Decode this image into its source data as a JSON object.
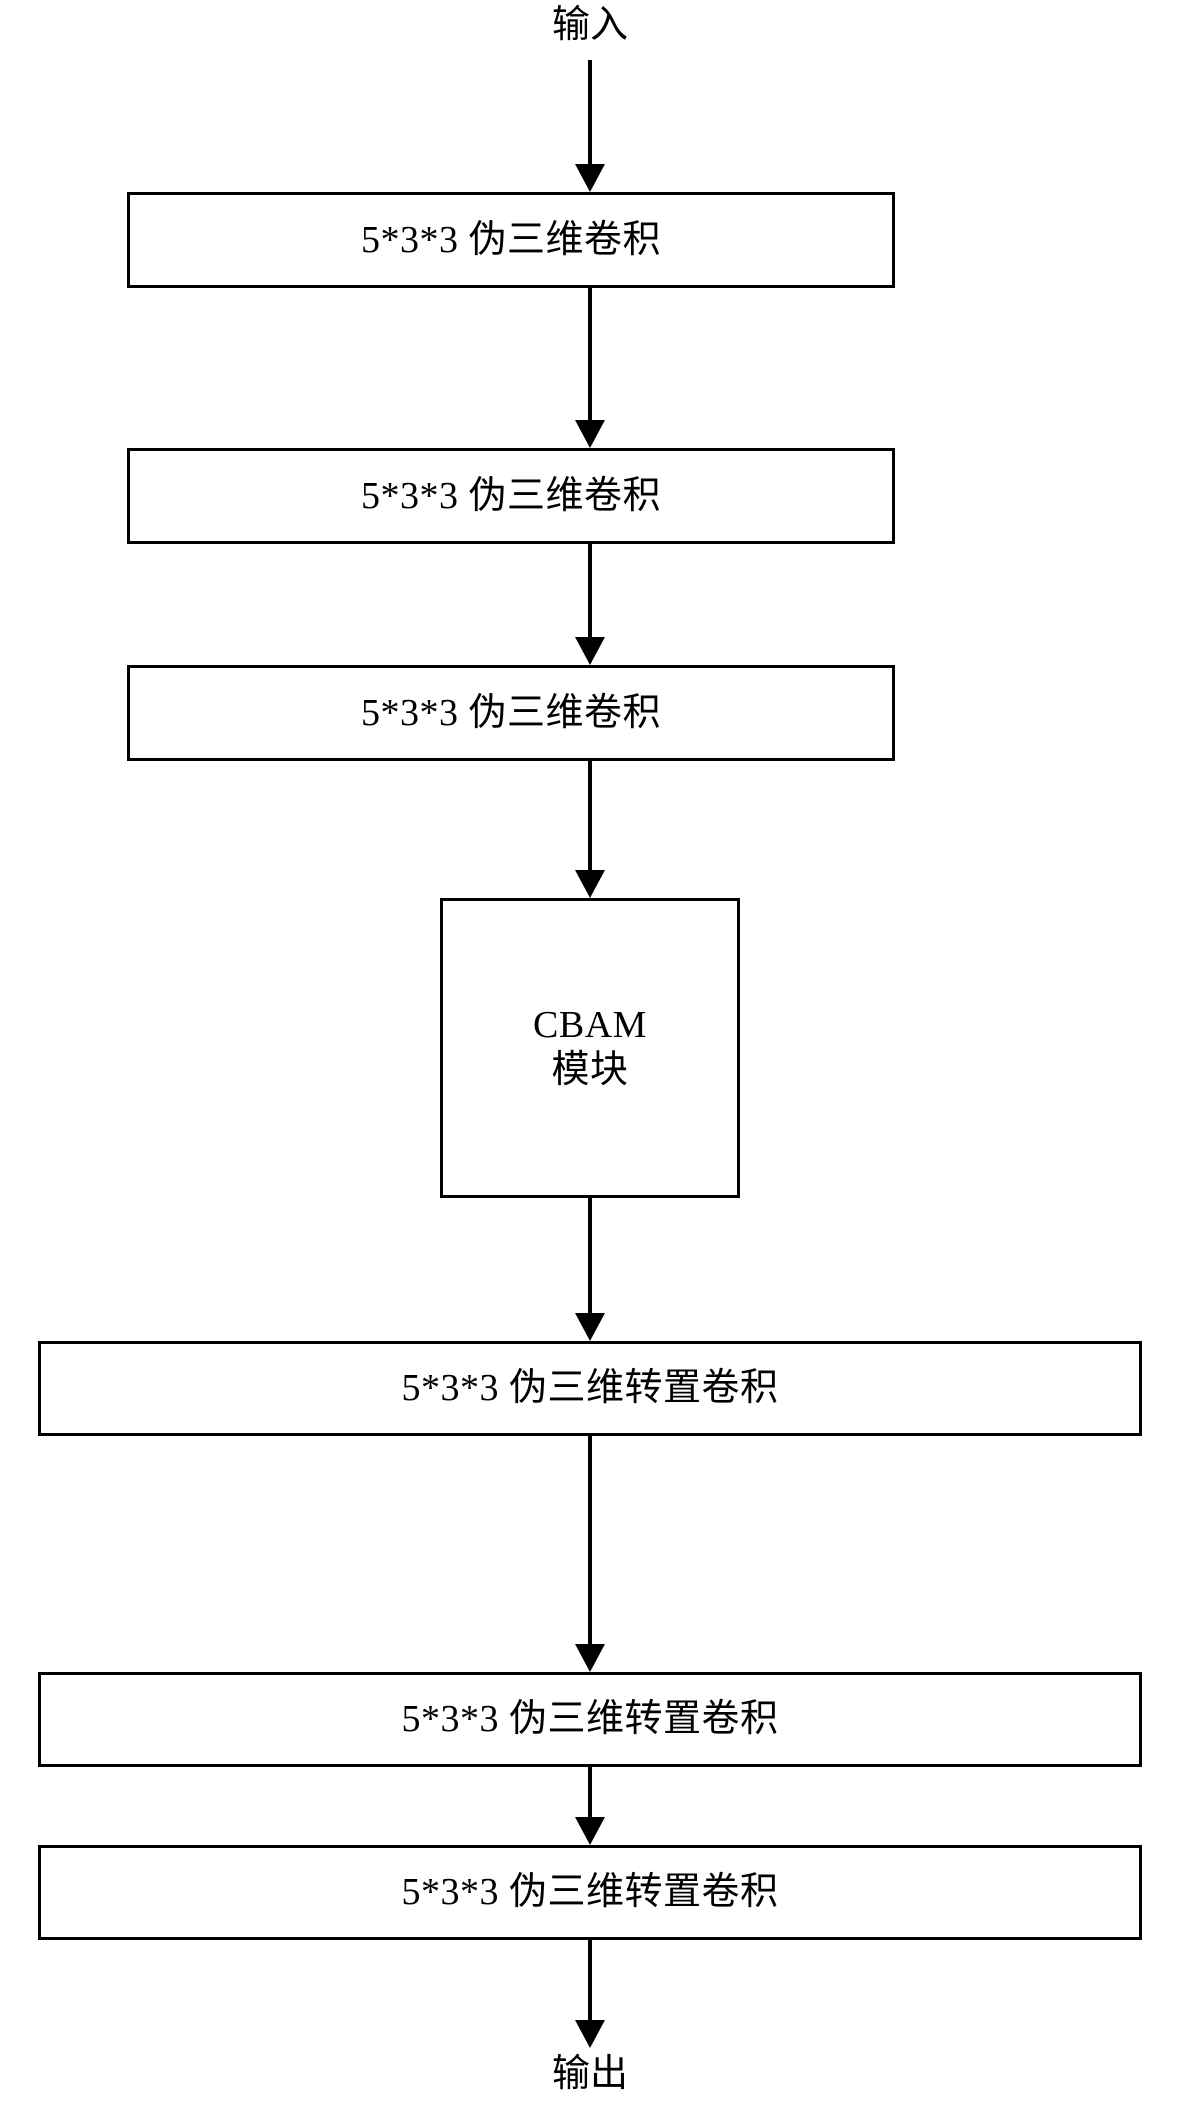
{
  "diagram": {
    "title_text": "",
    "background_color": "#ffffff",
    "stroke_color": "#000000",
    "orientation": "top-to-bottom",
    "endpoints": {
      "input_label": "输入",
      "output_label": "输出"
    },
    "nodes": [
      {
        "id": "conv1",
        "label": "5*3*3 伪三维卷积",
        "shape": "rectangle"
      },
      {
        "id": "conv2",
        "label": "5*3*3 伪三维卷积",
        "shape": "rectangle"
      },
      {
        "id": "conv3",
        "label": "5*3*3 伪三维卷积",
        "shape": "rectangle"
      },
      {
        "id": "cbam",
        "label": "CBAM\n模块",
        "shape": "rectangle"
      },
      {
        "id": "deconv1",
        "label": "5*3*3 伪三维转置卷积",
        "shape": "rectangle"
      },
      {
        "id": "deconv2",
        "label": "5*3*3 伪三维转置卷积",
        "shape": "rectangle"
      },
      {
        "id": "deconv3",
        "label": "5*3*3 伪三维转置卷积",
        "shape": "rectangle"
      }
    ],
    "edges": [
      {
        "from": "输入",
        "to": "conv1"
      },
      {
        "from": "conv1",
        "to": "conv2"
      },
      {
        "from": "conv2",
        "to": "conv3"
      },
      {
        "from": "conv3",
        "to": "cbam"
      },
      {
        "from": "cbam",
        "to": "deconv1"
      },
      {
        "from": "deconv1",
        "to": "deconv2"
      },
      {
        "from": "deconv2",
        "to": "deconv3"
      },
      {
        "from": "deconv3",
        "to": "输出"
      }
    ]
  }
}
